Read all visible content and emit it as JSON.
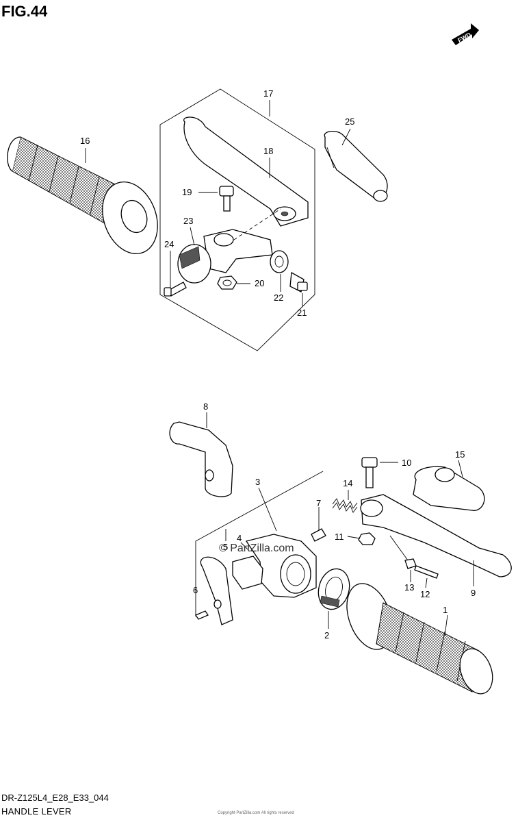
{
  "figure": {
    "title": "FIG.44",
    "fwd_label": "FWD",
    "footer_code": "DR-Z125L4_E28_E33_044",
    "footer_title": "HANDLE LEVER",
    "watermark": "© PartZilla.com",
    "fine_print": "Copyright PartZilla.com All rights reserved"
  },
  "callouts": [
    {
      "id": "c1",
      "label": "1"
    },
    {
      "id": "c2",
      "label": "2"
    },
    {
      "id": "c3",
      "label": "3"
    },
    {
      "id": "c4",
      "label": "4"
    },
    {
      "id": "c5",
      "label": "5"
    },
    {
      "id": "c6",
      "label": "6"
    },
    {
      "id": "c7",
      "label": "7"
    },
    {
      "id": "c8",
      "label": "8"
    },
    {
      "id": "c9",
      "label": "9"
    },
    {
      "id": "c10",
      "label": "10"
    },
    {
      "id": "c11",
      "label": "11"
    },
    {
      "id": "c12",
      "label": "12"
    },
    {
      "id": "c13",
      "label": "13"
    },
    {
      "id": "c14",
      "label": "14"
    },
    {
      "id": "c15",
      "label": "15"
    },
    {
      "id": "c16",
      "label": "16"
    },
    {
      "id": "c17",
      "label": "17"
    },
    {
      "id": "c18",
      "label": "18"
    },
    {
      "id": "c19",
      "label": "19"
    },
    {
      "id": "c20",
      "label": "20"
    },
    {
      "id": "c21",
      "label": "21"
    },
    {
      "id": "c22",
      "label": "22"
    },
    {
      "id": "c23",
      "label": "23"
    },
    {
      "id": "c24",
      "label": "24"
    },
    {
      "id": "c25",
      "label": "25"
    }
  ],
  "colors": {
    "ink": "#000000",
    "paper": "#ffffff",
    "shade": "#555555"
  }
}
